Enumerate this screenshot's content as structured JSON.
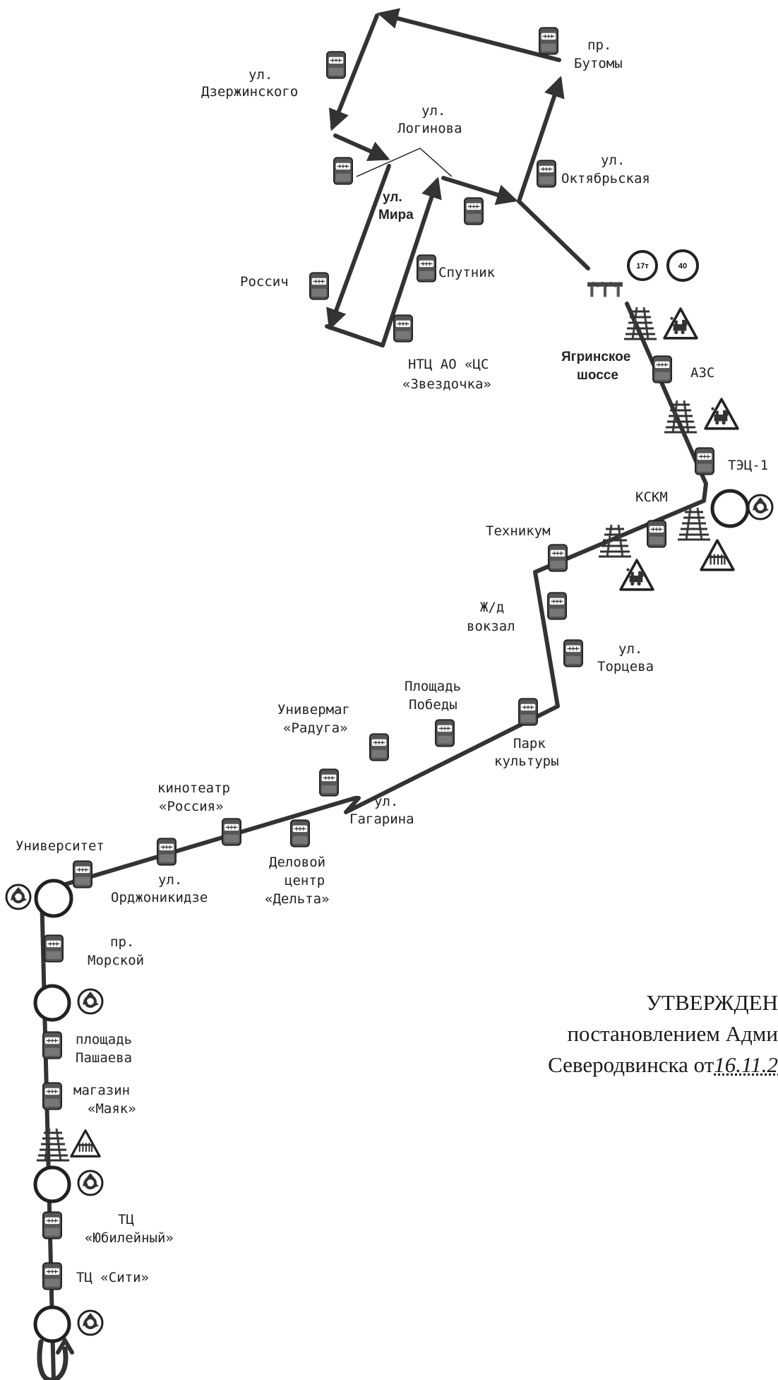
{
  "stops": {
    "dzerzhinskogo": [
      "ул.",
      "Дзержинского"
    ],
    "butomy": [
      "пр.",
      "Бутомы"
    ],
    "loginova": [
      "ул.",
      "Логинова"
    ],
    "oktyabrskaya": [
      "ул.",
      "Октябрьская"
    ],
    "mira": [
      "ул.",
      "Мира"
    ],
    "rossich": "Россич",
    "sputnik": "Спутник",
    "ntc": [
      "НТЦ АО «ЦС",
      "«Звездочка»"
    ],
    "yagrinskoe": [
      "Ягринское",
      "шоссе"
    ],
    "azs": "АЗС",
    "tec": "ТЭЦ-1",
    "kskm": "КСКМ",
    "tekhnikum": "Техникум",
    "vokzal": [
      "Ж/д",
      "вокзал"
    ],
    "tortseva": [
      "ул.",
      "Торцева"
    ],
    "pobedy": [
      "Площадь",
      "Победы"
    ],
    "univermag": [
      "Универмаг",
      "«Радуга»"
    ],
    "park": [
      "Парк",
      "культуры"
    ],
    "kino": [
      "кинотеатр",
      "«Россия»"
    ],
    "gagarina": [
      "ул.",
      "Гагарина"
    ],
    "universitet": "Университет",
    "ordzhonikidze": [
      "ул.",
      "Орджоникидзе"
    ],
    "delta": [
      "Деловой",
      "центр",
      "«Дельта»"
    ],
    "morskoy": [
      "пр.",
      "Морской"
    ],
    "pashaeva": [
      "площадь",
      "Пашаева"
    ],
    "mayak": [
      "магазин",
      "«Маяк»"
    ],
    "yubileyny": [
      "ТЦ",
      "«Юбилейный»"
    ],
    "siti": "ТЦ «Сити»"
  },
  "signs": {
    "weight": "17т",
    "speed": "40"
  },
  "approval": {
    "line1": "УТВЕРЖДЕН",
    "line2": "постановлением Адми",
    "line3_prefix": "Северодвинска от",
    "line3_date": "16.11.2"
  },
  "icons": [
    "bus-stop-icon",
    "bridge-icon",
    "railway-crossing-icon",
    "train-warning-sign-icon",
    "barrier-crossing-sign-icon",
    "roundabout-icon",
    "roundabout-sign-icon",
    "u-turn-arrow-icon"
  ],
  "colors": {
    "route": "#333333",
    "ink": "#222222"
  }
}
